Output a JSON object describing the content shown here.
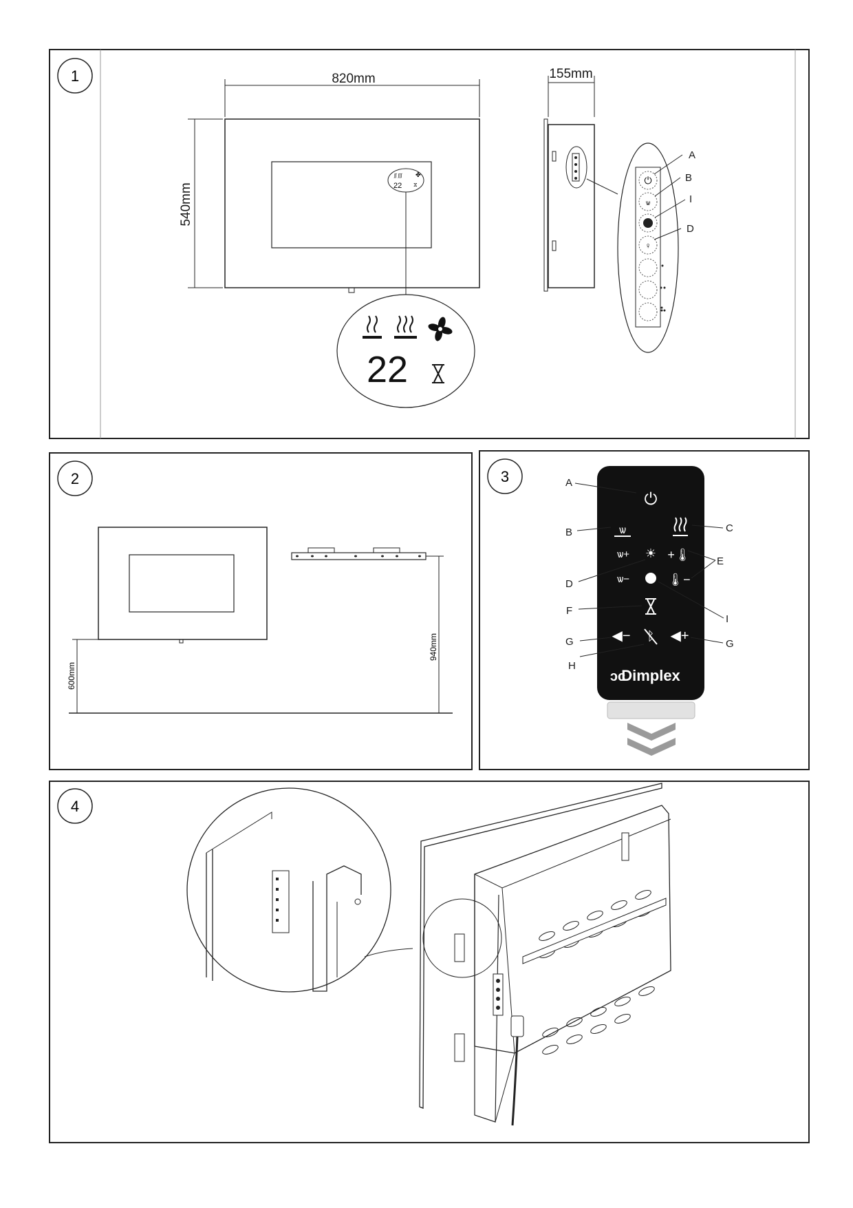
{
  "panels": [
    {
      "number": "1"
    },
    {
      "number": "2"
    },
    {
      "number": "3"
    },
    {
      "number": "4"
    }
  ],
  "panel1": {
    "width_label": "820mm",
    "height_label": "540mm",
    "depth_label": "155mm",
    "display_reading": "22",
    "side_callouts": [
      "A",
      "B",
      "I",
      "D"
    ],
    "icons": {
      "heat_low": "heat-low-icon",
      "heat_high": "heat-high-icon",
      "fan": "fan-icon",
      "timer": "hourglass-icon",
      "power": "power-icon",
      "flame": "flame-icon",
      "palette": "palette-icon",
      "bulb": "bulb-icon"
    }
  },
  "panel2": {
    "floor_height_label": "600mm",
    "bracket_height_label": "940mm"
  },
  "panel3": {
    "brand": "Dimplex",
    "callouts": {
      "A": "A",
      "B": "B",
      "C": "C",
      "D": "D",
      "E": "E",
      "F": "F",
      "G_left": "G",
      "G_right": "G",
      "H": "H",
      "I": "I"
    },
    "colors": {
      "remote_body": "#111111",
      "remote_icons": "#ffffff",
      "chevron": "#9a9a9a"
    }
  }
}
